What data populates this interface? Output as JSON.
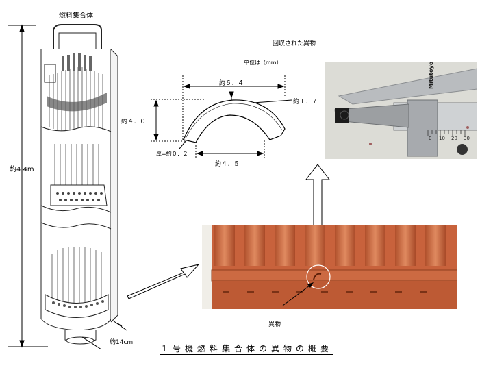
{
  "fuel_assembly": {
    "title": "燃料集合体",
    "height_label": "約4.4m",
    "width_label": "約14cm"
  },
  "fragment_diagram": {
    "heading": "回収された異物",
    "unit_label": "単位は（mm）",
    "top_width": "約６．４",
    "bottom_width": "約４．５",
    "height": "約４．０",
    "arc_thickness": "約１．７",
    "wall_thickness": "厚=約０．２"
  },
  "photo": {
    "foreign_object_label": "異物",
    "caliper_brand": "Mitutoyo",
    "scale_numbers": [
      "0",
      "10",
      "20",
      "30"
    ]
  },
  "caption": "１号機燃料集合体の異物の概要",
  "colors": {
    "photo_orange": "#c8623c",
    "caliper_bg": "#ddddd8"
  }
}
